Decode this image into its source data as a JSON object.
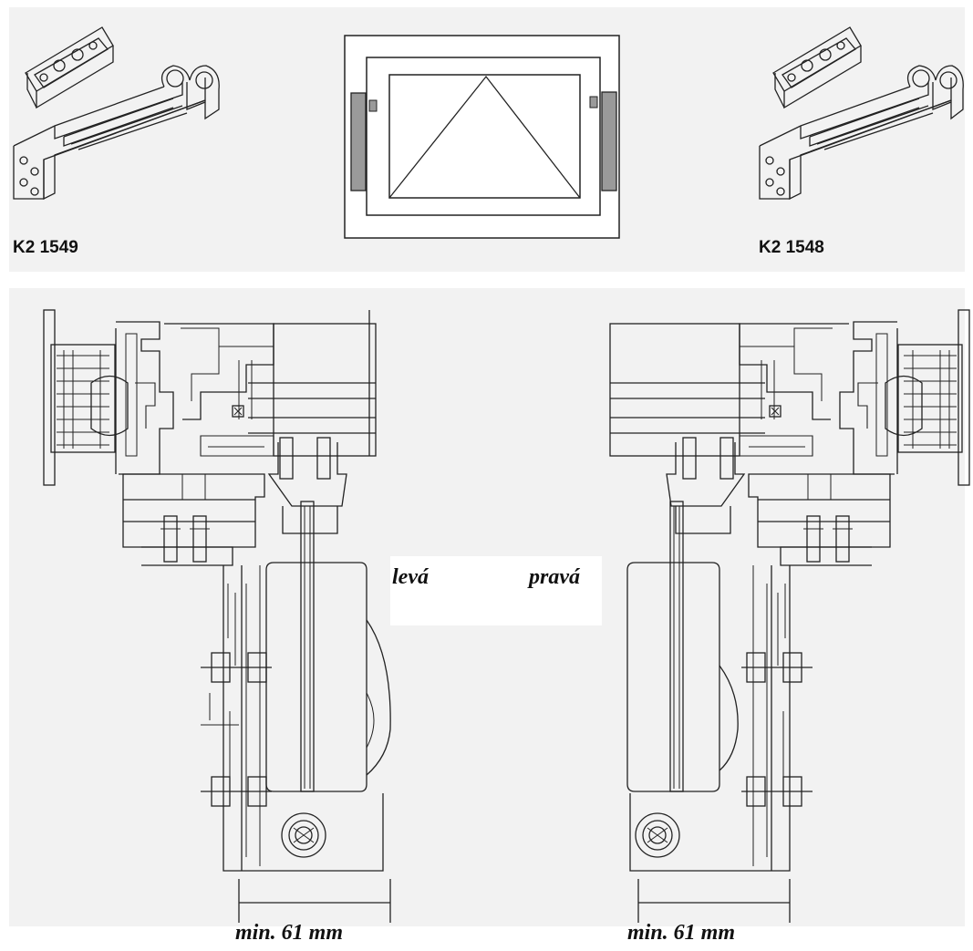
{
  "top_panel": {
    "left_part_code": "K2 1549",
    "right_part_code": "K2 1548"
  },
  "bottom_panel": {
    "left_side_label": "levá",
    "right_side_label": "pravá",
    "left_dimension": "min.  61 mm",
    "right_dimension": "min.  61 mm"
  }
}
